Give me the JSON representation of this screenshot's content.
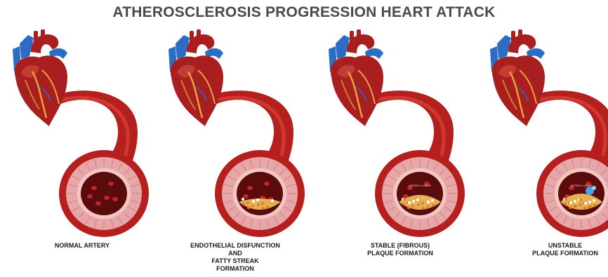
{
  "title": "ATHEROSCLEROSIS PROGRESSION HEART ATTACK",
  "stages": [
    {
      "label": "NORMAL ARTERY",
      "plaque_level": 0
    },
    {
      "label": "ENDOTHELIAL DISFUNCTION\nAND\nFATTY STREAK\nFORMATION",
      "plaque_level": 1
    },
    {
      "label": "STABLE (FIBROUS)\nPLAQUE FORMATION",
      "plaque_level": 2,
      "inner_label": "ARTERY LUMEN"
    },
    {
      "label": "UNSTABLE\nPLAQUE FORMATION",
      "plaque_level": 3,
      "inner_label": "ARTERY LUMEN"
    }
  ],
  "colors": {
    "title": "#4a4a4a",
    "artery": "#b5201e",
    "artery_light": "#e0493a",
    "wall": "#e7a6a8",
    "lumen": "#5a0b0b",
    "heart": "#a91e1f",
    "vessel_blue": "#2b6cc4",
    "plaque": "#f2c25c"
  }
}
